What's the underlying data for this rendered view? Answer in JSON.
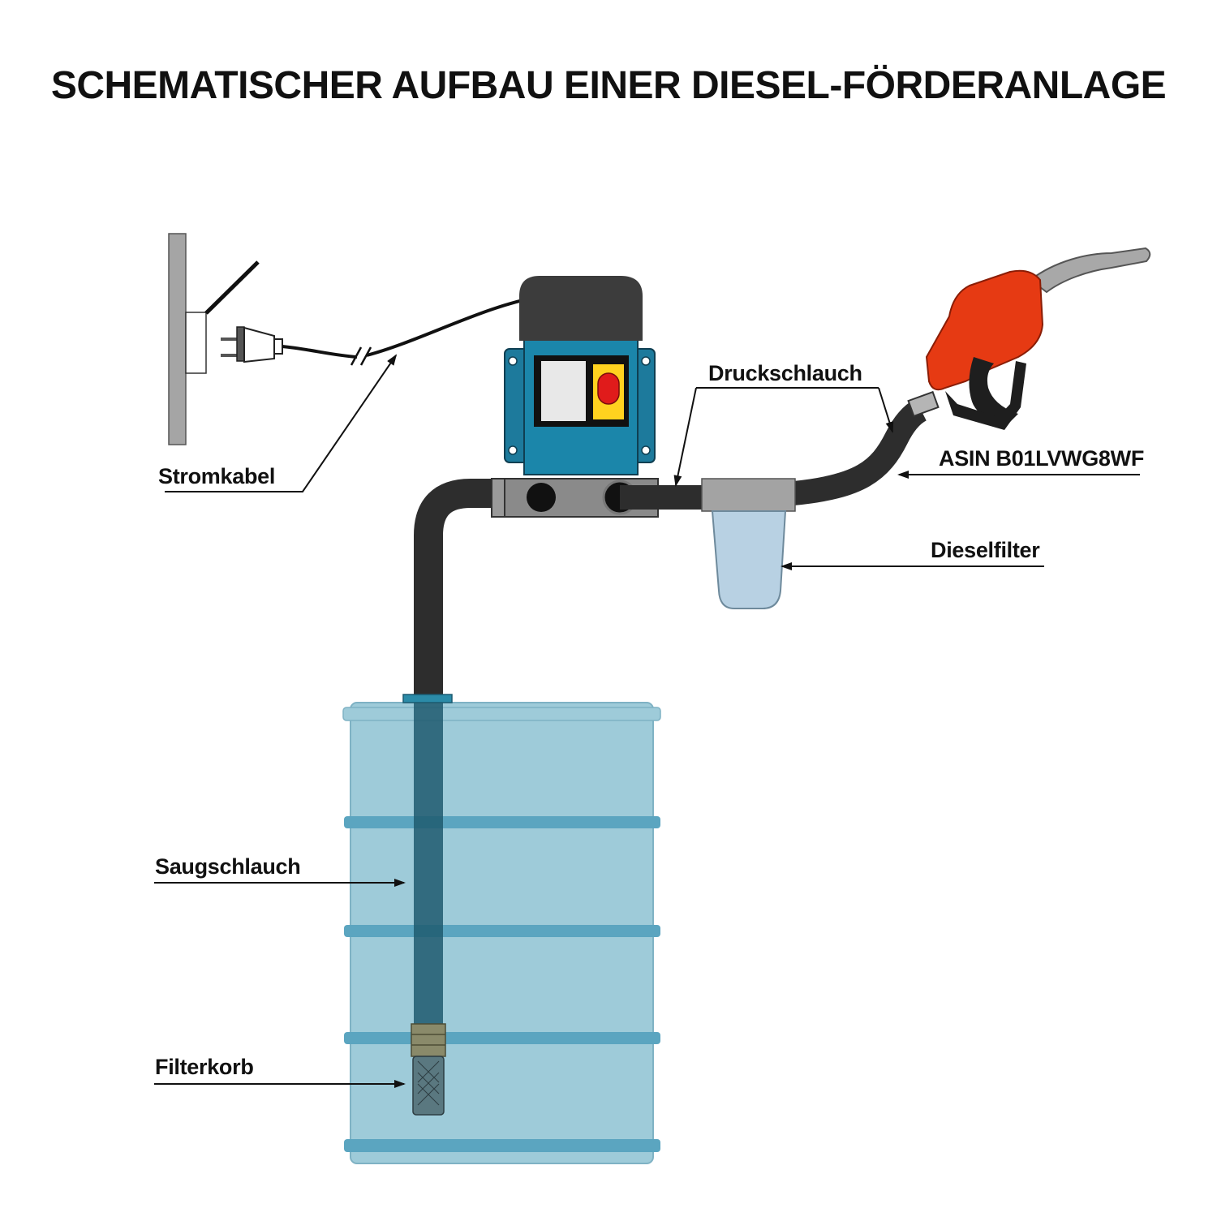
{
  "title": "SCHEMATISCHER AUFBAU EINER DIESEL-FÖRDERANLAGE",
  "labels": {
    "stromkabel": "Stromkabel",
    "druckschlauch": "Druckschlauch",
    "asin": "ASIN B01LVWG8WF",
    "dieselfilter": "Dieselfilter",
    "saugschlauch": "Saugschlauch",
    "filterkorb": "Filterkorb"
  },
  "colors": {
    "text": "#111111",
    "wall": "#a5a5a5",
    "hose": "#2d2d2d",
    "pump_body": "#1d7a9c",
    "pump_motor": "#3c3c3c",
    "switch_yellow": "#ffd21f",
    "switch_red": "#e01b1b",
    "filter_head": "#a3a3a3",
    "filter_bowl": "#b8d1e3",
    "barrel": "#9ecbd9",
    "barrel_rim": "#5ba5c0",
    "nozzle_red": "#e63a13",
    "nozzle_black": "#1e1e1e",
    "spout_metal": "#a8a8a8"
  }
}
